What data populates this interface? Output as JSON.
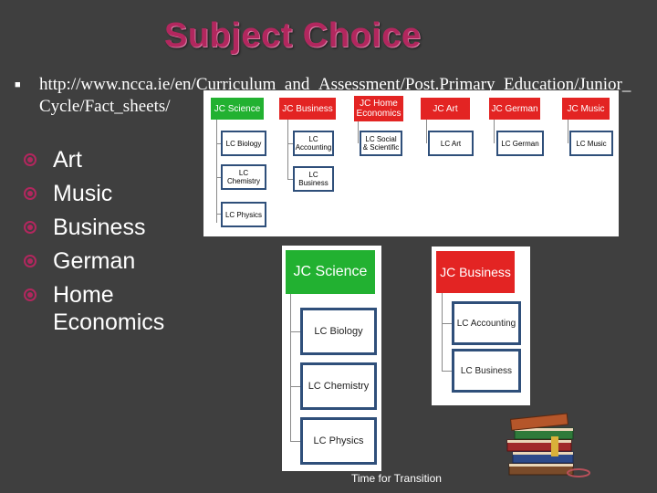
{
  "title": "Subject Choice",
  "url": "http://www.ncca.ie/en/Curriculum_and_Assessment/Post.Primary_Education/Junior_Cycle/Fact_sheets/",
  "bullets": [
    "Art",
    "Music",
    "Business",
    "German",
    "Home Economics"
  ],
  "colors": {
    "title": "#b2275e",
    "bullet": "#b2275e",
    "background": "#3f3f3f",
    "green": "#22b131",
    "red": "#e32423",
    "border": "#2f4f7a"
  },
  "wide_diagram": {
    "headers": [
      "JC Science",
      "JC Business",
      "JC Home Economics",
      "JC Art",
      "JC German",
      "JC Music"
    ],
    "science_children": [
      "LC Biology",
      "LC Chemistry",
      "LC Physics"
    ],
    "business_children": [
      "LC Accounting",
      "LC Business"
    ],
    "home_ec_child": "LC Social & Scientific",
    "art_child": "LC Art",
    "german_child": "LC German",
    "music_child": "LC Music"
  },
  "science_panel": {
    "head": "JC Science",
    "children": [
      "LC Biology",
      "LC Chemistry",
      "LC Physics"
    ]
  },
  "business_panel": {
    "head": "JC Business",
    "children": [
      "LC Accounting",
      "LC Business"
    ]
  },
  "footer": "Time for Transition",
  "icons": {
    "bullet": "target-bullet-icon",
    "url_bullet": "square-bullet-icon",
    "clipart": "book-stack-icon"
  }
}
